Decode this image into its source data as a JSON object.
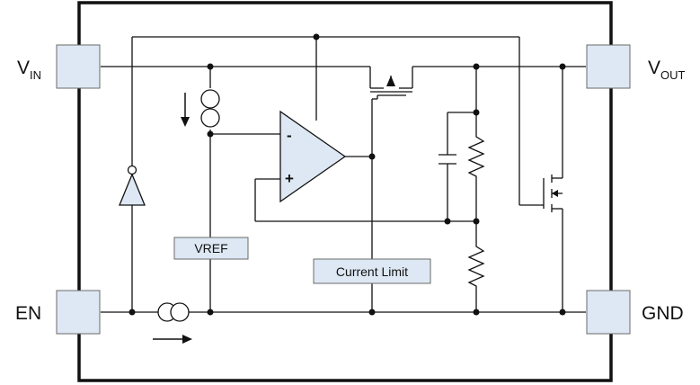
{
  "pins": {
    "vin": {
      "main": "V",
      "sub": "IN"
    },
    "vout": {
      "main": "V",
      "sub": "OUT"
    },
    "en": "EN",
    "gnd": "GND"
  },
  "blocks": {
    "vref": "VREF",
    "current_limit": "Current Limit"
  },
  "opamp": {
    "minus": "-",
    "plus": "+"
  },
  "colors": {
    "wire": "#111111",
    "pad_fill": "#dde8f4",
    "pad_stroke": "#6a6a6a",
    "block_fill": "#dde8f4",
    "opamp_fill": "#dde8f4"
  }
}
